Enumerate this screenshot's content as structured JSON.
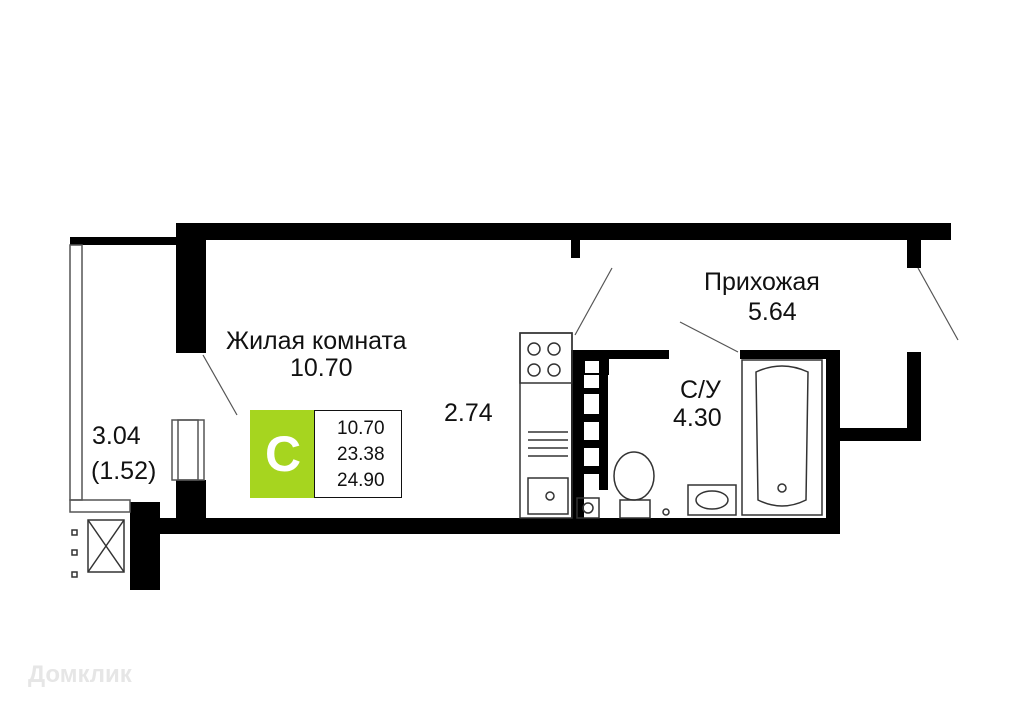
{
  "rooms": {
    "living": {
      "name": "Жилая комната",
      "area": "10.70"
    },
    "kitchen": {
      "area": "2.74"
    },
    "hall": {
      "name": "Прихожая",
      "area": "5.64"
    },
    "bath": {
      "name": "С/У",
      "area": "4.30"
    },
    "balcony": {
      "area": "3.04",
      "reduced": "(1.52)"
    }
  },
  "summary": {
    "badge": "С",
    "living_area": "10.70",
    "useful_area": "23.38",
    "total_area": "24.90",
    "badge_color": "#a6d51f"
  },
  "watermark": "Домклик"
}
